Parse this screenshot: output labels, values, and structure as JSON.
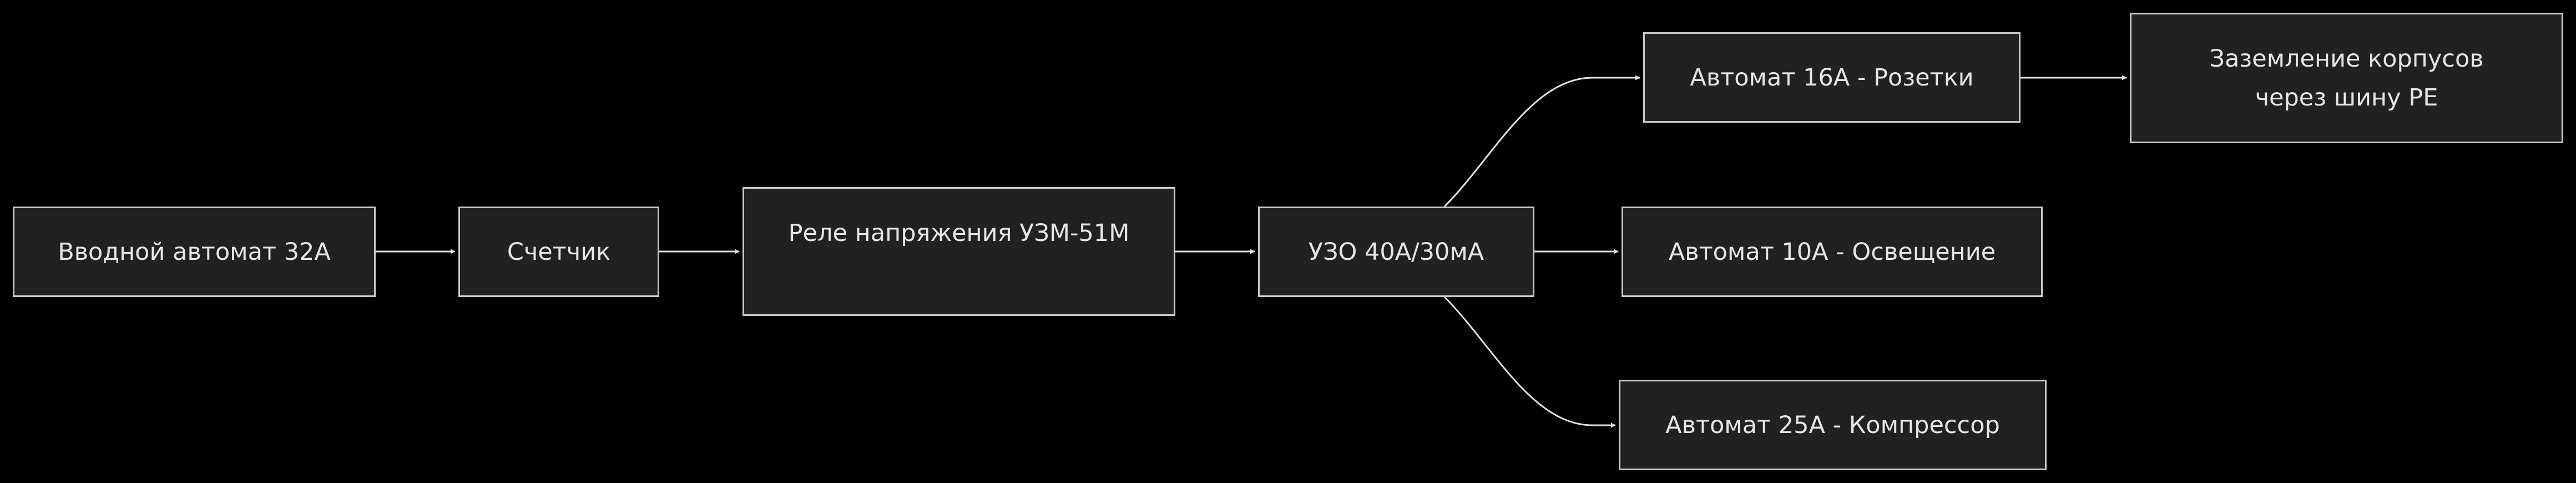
{
  "colors": {
    "background": "#000000",
    "node_fill": "#212121",
    "node_border": "#c8c8c8",
    "text": "#e6e6e6",
    "edge": "#e0e0e0"
  },
  "nodes": {
    "main_breaker": {
      "label": "Вводной автомат 32А"
    },
    "meter": {
      "label": "Счетчик"
    },
    "voltage_relay": {
      "label": "Реле напряжения УЗМ-51М"
    },
    "rcd": {
      "label": "УЗО 40А/30мА"
    },
    "breaker_sockets": {
      "label": "Автомат 16А - Розетки"
    },
    "breaker_lighting": {
      "label": "Автомат 10А - Освещение"
    },
    "breaker_compressor": {
      "label": "Автомат 25А - Компрессор"
    },
    "grounding": {
      "line1": "Заземление корпусов",
      "line2": "через шину PE"
    }
  },
  "edges": [
    {
      "from": "main_breaker",
      "to": "meter"
    },
    {
      "from": "meter",
      "to": "voltage_relay"
    },
    {
      "from": "voltage_relay",
      "to": "rcd"
    },
    {
      "from": "rcd",
      "to": "breaker_sockets"
    },
    {
      "from": "rcd",
      "to": "breaker_lighting"
    },
    {
      "from": "rcd",
      "to": "breaker_compressor"
    },
    {
      "from": "breaker_sockets",
      "to": "grounding"
    }
  ]
}
